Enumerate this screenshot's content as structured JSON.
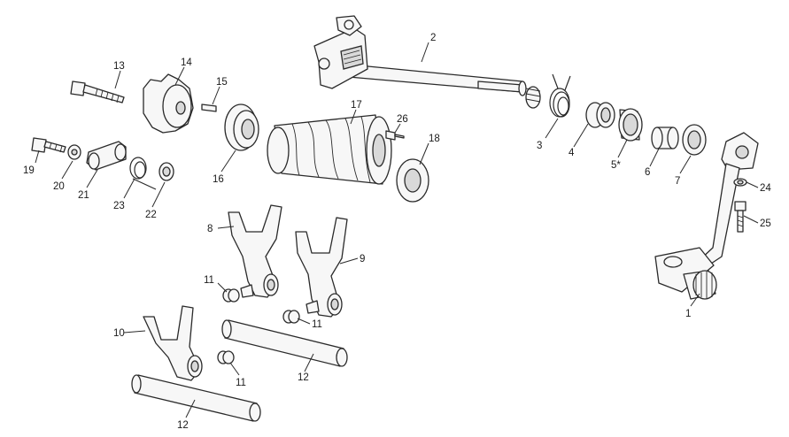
{
  "diagram": {
    "type": "exploded-parts-diagram",
    "callouts": [
      {
        "id": "c1",
        "label": "1"
      },
      {
        "id": "c2",
        "label": "2"
      },
      {
        "id": "c3",
        "label": "3"
      },
      {
        "id": "c4",
        "label": "4"
      },
      {
        "id": "c5",
        "label": "5*"
      },
      {
        "id": "c6",
        "label": "6"
      },
      {
        "id": "c7",
        "label": "7"
      },
      {
        "id": "c8",
        "label": "8"
      },
      {
        "id": "c9",
        "label": "9"
      },
      {
        "id": "c10",
        "label": "10"
      },
      {
        "id": "c11a",
        "label": "11"
      },
      {
        "id": "c11b",
        "label": "11"
      },
      {
        "id": "c11c",
        "label": "11"
      },
      {
        "id": "c12a",
        "label": "12"
      },
      {
        "id": "c12b",
        "label": "12"
      },
      {
        "id": "c13",
        "label": "13"
      },
      {
        "id": "c14",
        "label": "14"
      },
      {
        "id": "c15",
        "label": "15"
      },
      {
        "id": "c16",
        "label": "16"
      },
      {
        "id": "c17",
        "label": "17"
      },
      {
        "id": "c18",
        "label": "18"
      },
      {
        "id": "c19",
        "label": "19"
      },
      {
        "id": "c20",
        "label": "20"
      },
      {
        "id": "c21",
        "label": "21"
      },
      {
        "id": "c22",
        "label": "22"
      },
      {
        "id": "c23",
        "label": "23"
      },
      {
        "id": "c24",
        "label": "24"
      },
      {
        "id": "c25",
        "label": "25"
      },
      {
        "id": "c26",
        "label": "26"
      }
    ]
  }
}
